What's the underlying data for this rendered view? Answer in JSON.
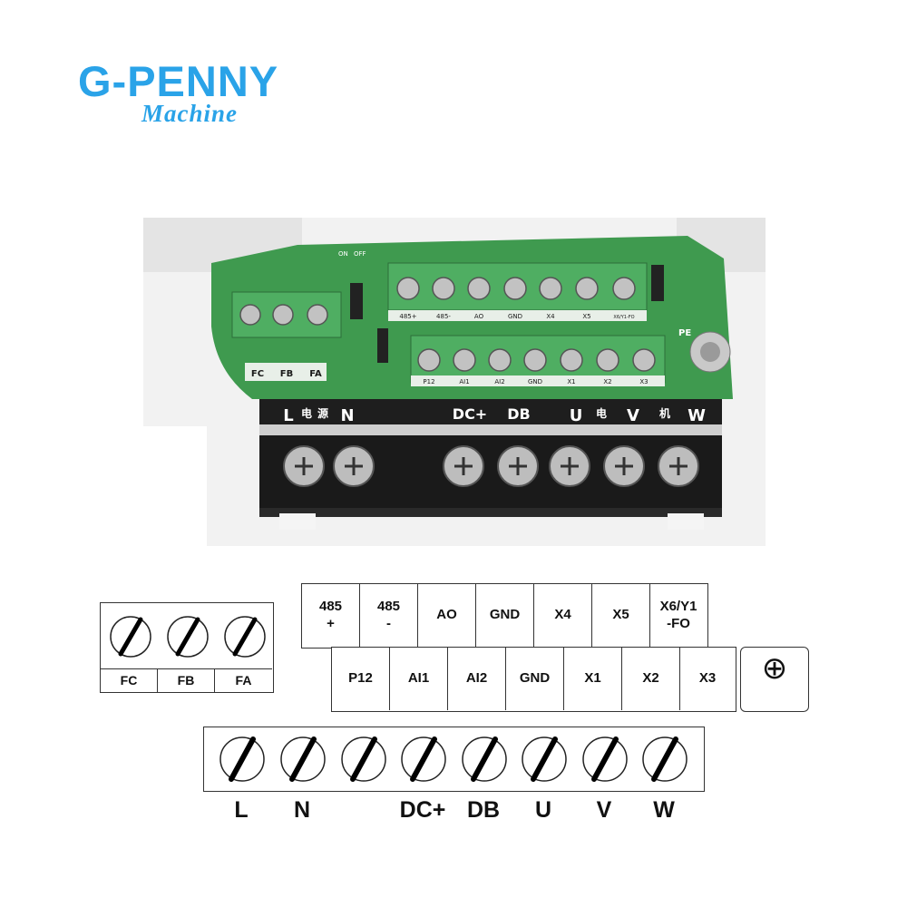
{
  "logo": {
    "brand": "G-PENNY",
    "subtitle": "Machine"
  },
  "photo_labels": {
    "top_row": [
      "485+",
      "485-",
      "AO",
      "GND",
      "X4",
      "X5",
      "X6/Y1-FO"
    ],
    "bottom_row": [
      "P12",
      "AI1",
      "AI2",
      "GND",
      "X1",
      "X2",
      "X3"
    ],
    "relay": [
      "FC",
      "FB",
      "FA"
    ],
    "power_header": [
      "L",
      "电",
      "源",
      "N",
      "DC+",
      "DB",
      "U",
      "电",
      "V",
      "机",
      "W"
    ],
    "side": [
      "ON",
      "OFF",
      "PE"
    ]
  },
  "relay_terminals": {
    "labels": [
      "FC",
      "FB",
      "FA"
    ]
  },
  "control_top": {
    "labels": [
      "485\n+",
      "485\n-",
      "AO",
      "GND",
      "X4",
      "X5",
      "X6/Y1\n-FO"
    ]
  },
  "control_bottom": {
    "labels": [
      "P12",
      "AI1",
      "AI2",
      "GND",
      "X1",
      "X2",
      "X3"
    ]
  },
  "ground_terminal": {
    "symbol": "⊕"
  },
  "power_terminals": {
    "labels": [
      "L",
      "N",
      "",
      "DC+",
      "DB",
      "U",
      "V",
      "W"
    ]
  },
  "colors": {
    "brand": "#2aa3e8",
    "pcb": "#3f9a4f",
    "terminal_green": "#4fae62",
    "housing": "#f1f1f1",
    "black": "#1a1a1a"
  }
}
